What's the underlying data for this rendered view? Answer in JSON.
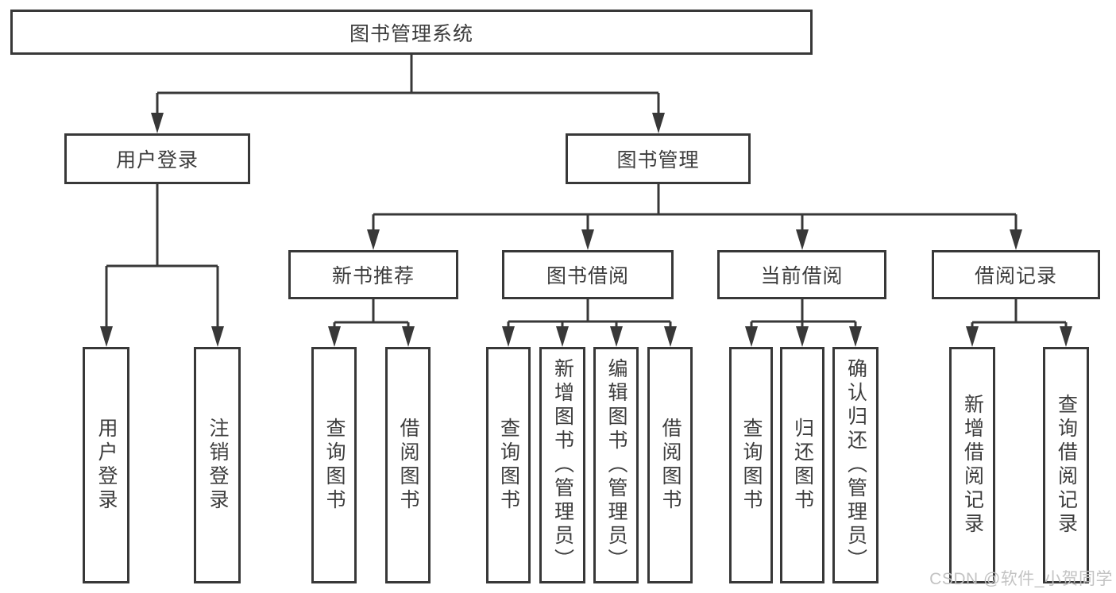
{
  "diagram_title": "图书管理系统",
  "watermark": "CSDN @软件_小贺同学",
  "colors": {
    "line": "#383838",
    "border": "#383838",
    "text": "#3d3d3d",
    "background": "#ffffff",
    "watermark": "#c0c0c0"
  },
  "tree": {
    "label": "图书管理系统",
    "children": [
      {
        "label": "用户登录",
        "children": [
          {
            "label": "用户登录"
          },
          {
            "label": "注销登录"
          }
        ]
      },
      {
        "label": "图书管理",
        "children": [
          {
            "label": "新书推荐",
            "children": [
              {
                "label": "查询图书"
              },
              {
                "label": "借阅图书"
              }
            ]
          },
          {
            "label": "图书借阅",
            "children": [
              {
                "label": "查询图书"
              },
              {
                "label": "新增图书（管理员）"
              },
              {
                "label": "编辑图书（管理员）"
              },
              {
                "label": "借阅图书"
              }
            ]
          },
          {
            "label": "当前借阅",
            "children": [
              {
                "label": "查询图书"
              },
              {
                "label": "归还图书"
              },
              {
                "label": "确认归还（管理员）"
              }
            ]
          },
          {
            "label": "借阅记录",
            "children": [
              {
                "label": "新增借阅记录"
              },
              {
                "label": "查询借阅记录"
              }
            ]
          }
        ]
      }
    ]
  }
}
